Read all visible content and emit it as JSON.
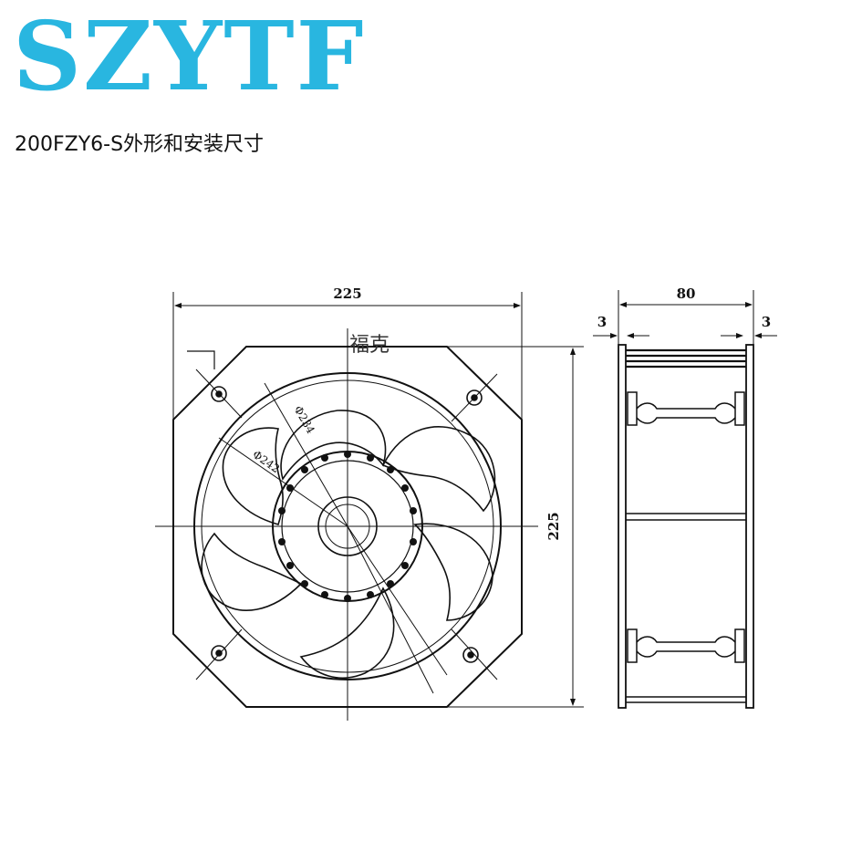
{
  "brand": {
    "logo_text": "SZYTF",
    "logo_color": "#29b6e0"
  },
  "subtitle": "200FZY6-S外形和安装尺寸",
  "front_view": {
    "width_label": "225",
    "height_label": "225",
    "dia_inner_label": "Φ234",
    "dia_outer_label": "Φ242",
    "watermark": "福克"
  },
  "side_view": {
    "depth_label": "80",
    "left_flange_label": "3",
    "right_flange_label": "3"
  },
  "colors": {
    "line": "#111111"
  }
}
